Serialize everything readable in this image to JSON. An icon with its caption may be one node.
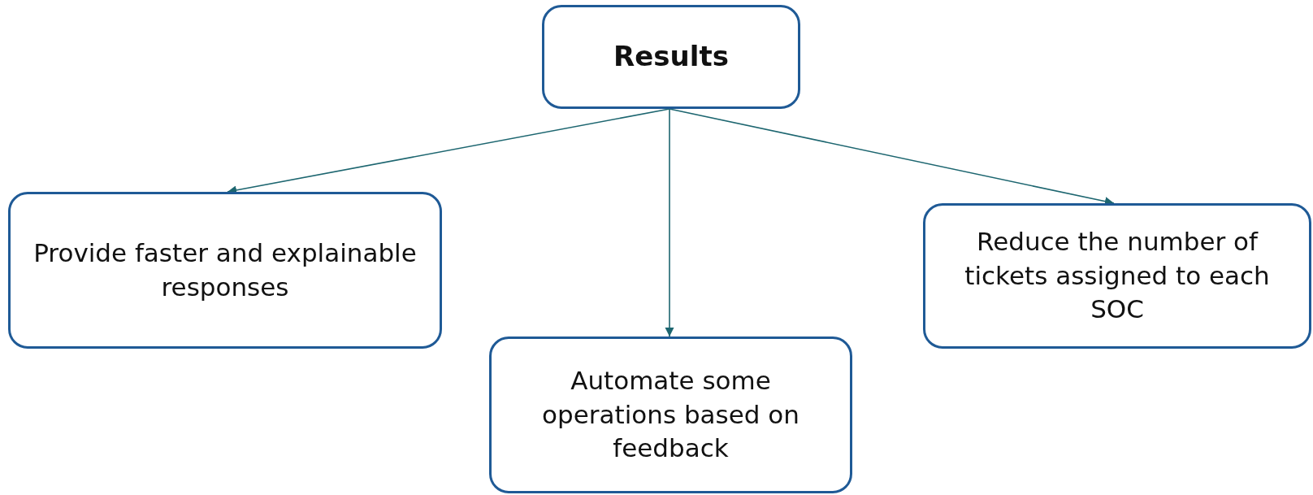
{
  "diagram": {
    "nodes": [
      {
        "text": [
          "Results"
        ]
      },
      {
        "text": [
          "Provide faster and explainable responses"
        ]
      },
      {
        "text": [
          "Automate some operations based on feedback"
        ]
      },
      {
        "text": [
          "Reduce the number of tickets assigned to each SOC"
        ]
      }
    ],
    "edges": [
      {
        "from": 0,
        "to": 1,
        "arrow": "to"
      },
      {
        "from": 0,
        "to": 2,
        "arrow": "to"
      },
      {
        "from": 0,
        "to": 3,
        "arrow": "to"
      }
    ]
  }
}
